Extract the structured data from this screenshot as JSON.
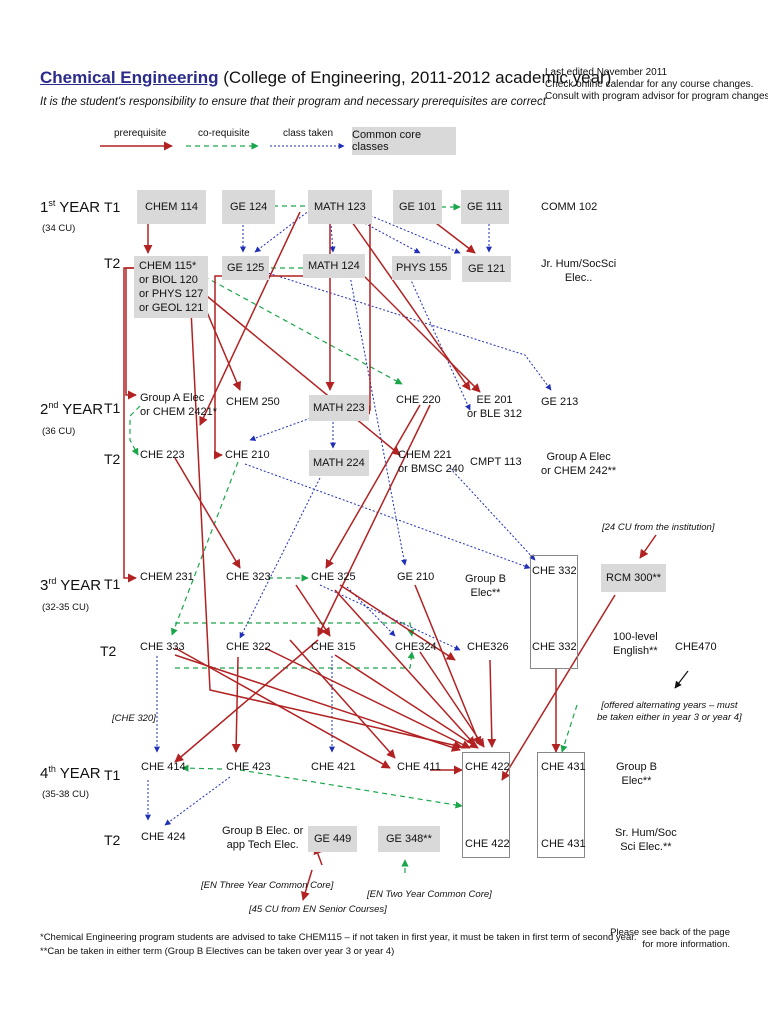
{
  "header": {
    "dept": "Chemical Engineering",
    "dept_suffix": " (College of Engineering, 2011-2012 academic year)",
    "subtitle": "It is the student's responsibility to ensure that their program and necessary prerequisites are correct",
    "notes": [
      "Last edited November 2011",
      "Check online calendar for any course changes.",
      "Consult with program advisor for program changes."
    ]
  },
  "legend": {
    "prerequisite": "prerequisite",
    "corequisite": "co-requisite",
    "class_taken": "class taken",
    "common_core": "Common core classes",
    "colors": {
      "prerequisite": "#b22222",
      "corequisite": "#1aa64a",
      "class_taken": "#1f2fb8",
      "core_fill": "#d9d9d9"
    }
  },
  "years": [
    {
      "label": "1",
      "sup": "st",
      "word": " YEAR",
      "cu": "(34 CU)"
    },
    {
      "label": "2",
      "sup": "nd",
      "word": " YEAR",
      "cu": "(36 CU)"
    },
    {
      "label": "3",
      "sup": "rd",
      "word": " YEAR",
      "cu": "(32-35 CU)"
    },
    {
      "label": "4",
      "sup": "th",
      "word": " YEAR",
      "cu": "(35-38 CU)"
    }
  ],
  "terms": {
    "t1": "T1",
    "t2": "T2"
  },
  "courses": {
    "chem114": [
      "CHEM  114"
    ],
    "ge124": [
      "GE 124"
    ],
    "math123": [
      "MATH 123"
    ],
    "ge101": [
      "GE 101"
    ],
    "ge111": [
      "GE 111"
    ],
    "comm102": [
      "COMM 102"
    ],
    "chem115": [
      "CHEM 115*",
      "or BIOL 120",
      "or PHYS 127",
      "or GEOL 121"
    ],
    "ge125": [
      "GE 125"
    ],
    "math124": [
      "MATH 124"
    ],
    "phys155": [
      "PHYS 155"
    ],
    "ge121": [
      "GE 121"
    ],
    "jrhum": [
      "Jr. Hum/SocSci",
      "Elec.."
    ],
    "groupa1": [
      "Group A Elec",
      "or CHEM 2421*"
    ],
    "chem250": [
      "CHEM 250"
    ],
    "math223": [
      "MATH 223"
    ],
    "che220": [
      "CHE 220"
    ],
    "ee201": [
      "EE 201",
      "or BLE 312"
    ],
    "ge213": [
      "GE 213"
    ],
    "che223": [
      "CHE 223"
    ],
    "che210": [
      "CHE 210"
    ],
    "math224": [
      "MATH 224"
    ],
    "chem221": [
      "CHEM 221",
      "or BMSC 240"
    ],
    "cmpt113": [
      "CMPT 113"
    ],
    "groupa2": [
      "Group A Elec",
      "or CHEM 242**"
    ],
    "chem231": [
      "CHEM  231"
    ],
    "che323": [
      "CHE 323"
    ],
    "che325": [
      "CHE 325"
    ],
    "ge210": [
      "GE 210"
    ],
    "groupb1": [
      "Group B",
      "Elec**"
    ],
    "che332a": [
      "CHE 332"
    ],
    "rcm300": [
      "RCM 300**"
    ],
    "che333": [
      "CHE 333"
    ],
    "che322": [
      "CHE 322"
    ],
    "che315": [
      "CHE 315"
    ],
    "che324": [
      "CHE324"
    ],
    "che326": [
      "CHE326"
    ],
    "che332b": [
      "CHE 332"
    ],
    "eng100": [
      "100-level",
      "English**"
    ],
    "che470": [
      "CHE470"
    ],
    "che414": [
      "CHE 414"
    ],
    "che423": [
      "CHE 423"
    ],
    "che421": [
      "CHE 421"
    ],
    "che411": [
      "CHE 411"
    ],
    "che422a": [
      "CHE 422"
    ],
    "che431a": [
      "CHE 431"
    ],
    "groupb2": [
      "Group B",
      "Elec**"
    ],
    "che424": [
      "CHE 424"
    ],
    "groupb3": [
      "Group B Elec. or",
      "app Tech Elec."
    ],
    "ge449": [
      "GE 449"
    ],
    "ge348": [
      "GE 348**"
    ],
    "che422b": [
      "CHE 422"
    ],
    "che431b": [
      "CHE 431"
    ],
    "srhum": [
      "Sr. Hum/Soc",
      "Sci Elec.**"
    ]
  },
  "annotations": {
    "cu24": "[24 CU from the institution]",
    "alternating": [
      "[offered alternating years – must",
      "be taken either in year 3 or year 4]"
    ],
    "che320": "[CHE 320]",
    "en3": "[EN Three Year Common Core]",
    "en2": "[EN Two Year Common Core]",
    "cu45": "[45 CU from EN Senior Courses]"
  },
  "footnotes": {
    "star": "*Chemical Engineering program students are advised to take CHEM115 – if not taken in first year, it must be taken in first term of second year.",
    "dstar": "**Can be taken in either term (Group B Electives can be taken over year 3 or year 4)",
    "back": [
      "Please see back of the page",
      "for more information."
    ]
  }
}
